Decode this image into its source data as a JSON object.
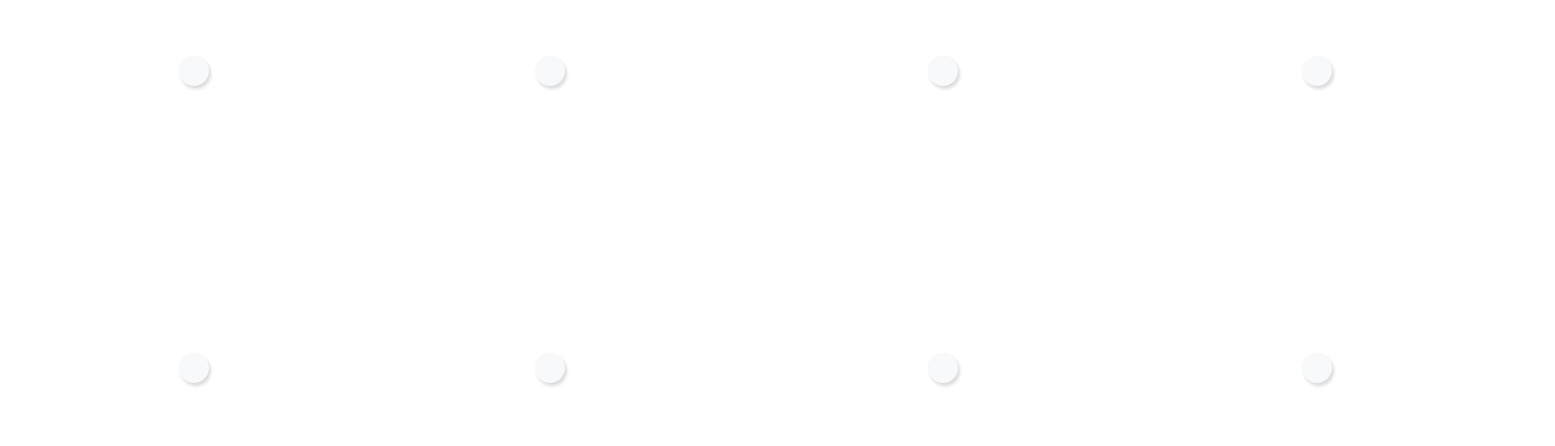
{
  "dots": {
    "top": [
      {
        "name": "dot-top-1"
      },
      {
        "name": "dot-top-2"
      },
      {
        "name": "dot-top-3"
      },
      {
        "name": "dot-top-4"
      }
    ],
    "bottom": [
      {
        "name": "dot-bottom-1"
      },
      {
        "name": "dot-bottom-2"
      },
      {
        "name": "dot-bottom-3"
      },
      {
        "name": "dot-bottom-4"
      }
    ]
  },
  "colors": {
    "background": "#ffffff",
    "dot_fill": "#f8f9fb"
  }
}
